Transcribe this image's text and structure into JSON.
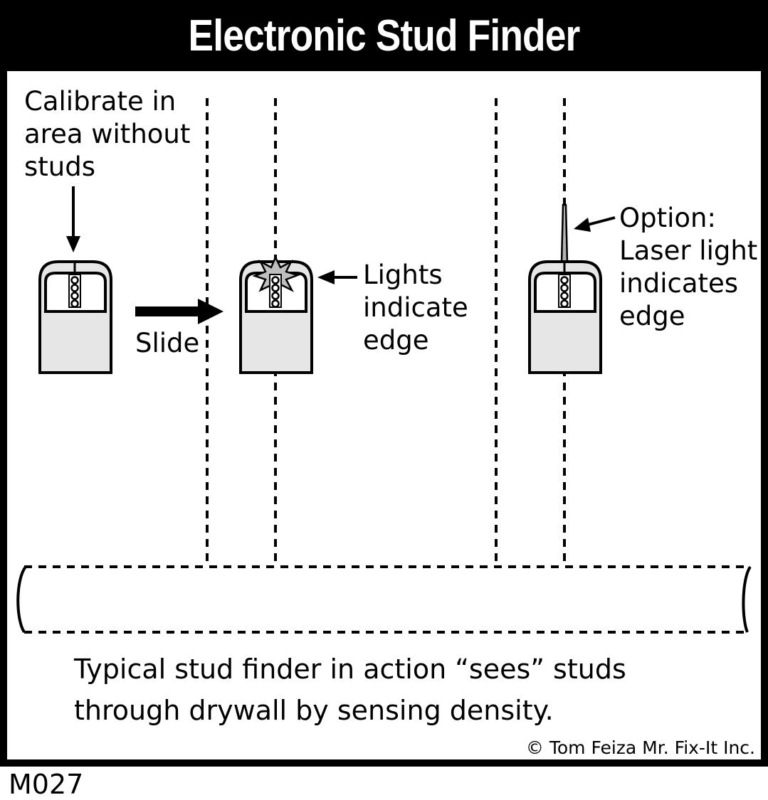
{
  "title": "Electronic Stud Finder",
  "labels": {
    "calibrate": "Calibrate in\narea without\nstuds",
    "slide": "Slide",
    "lights": "Lights\nindicate\nedge",
    "laser": "Option:\nLaser light\nindicates\nedge"
  },
  "caption": "Typical stud finder in action “sees” studs\nthrough drywall by sensing density.",
  "copyright": "© Tom Feiza Mr. Fix-It Inc.",
  "code": "M027",
  "colors": {
    "frame": "#000000",
    "device_fill": "#e6e6e6",
    "laser_fill": "#b3b3b3",
    "burst_fill": "#bfbfbf"
  }
}
